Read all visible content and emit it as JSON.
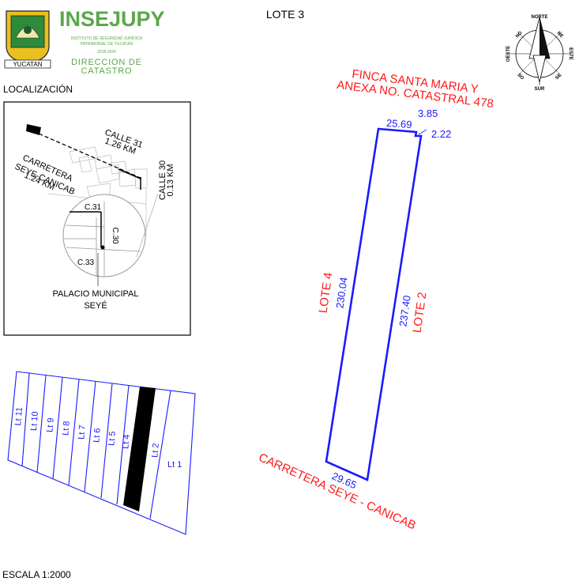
{
  "header": {
    "org_acronym": "INSEJUPY",
    "org_full_line1": "INSTITUTO DE SEGURIDAD JURÍDICA",
    "org_full_line2": "PATRIMONIAL DE YUCATÁN",
    "period": "2018-2024",
    "dept_line1": "DIRECCION DE",
    "dept_line2": "CATASTRO",
    "seal_text": "YUCATAN",
    "title": "LOTE 3"
  },
  "compass": {
    "north": "NORTE",
    "south": "SUR",
    "east": "ESTE",
    "west": "OESTE",
    "ne": "NE",
    "nw": "NO",
    "se": "SE",
    "sw": "SO"
  },
  "location": {
    "heading": "LOCALIZACIÓN",
    "calle31_name": "CALLE 31",
    "calle31_dist": "1.26 KM",
    "road_line1": "CARRETERA",
    "road_line2": "SEYE-CANICAB",
    "road_dist": "1.24 KM",
    "calle30_name": "CALLE 30",
    "calle30_dist": "0.13 KM",
    "c31": "C.31",
    "c30": "C.30",
    "c33": "C.33",
    "landmark_line1": "PALACIO MUNICIPAL",
    "landmark_line2": "SEYÉ"
  },
  "plot": {
    "north_neighbor_line1": "FINCA SANTA MARIA Y",
    "north_neighbor_line2": "ANEXA NO. CATASTRAL 478",
    "north_side": "25.69",
    "notch_a": "3.85",
    "notch_b": "2.22",
    "west_side": "230.04",
    "west_neighbor": "LOTE 4",
    "east_side": "237.40",
    "east_neighbor": "LOTE 2",
    "south_side": "29.65",
    "road": "CARRETERA SEYE - CANICAB"
  },
  "key_map": {
    "lots": [
      "Lt 11",
      "Lt 10",
      "Lt 9",
      "Lt 8",
      "Lt 7",
      "Lt 6",
      "Lt 5",
      "Lt 4",
      "Lt 2",
      "Lt 1"
    ]
  },
  "footer": {
    "scale": "ESCALA 1:2000"
  },
  "colors": {
    "plot_blue": "#1a1aff",
    "label_red": "#ff1a1a",
    "logo_green": "#5aa84a"
  }
}
